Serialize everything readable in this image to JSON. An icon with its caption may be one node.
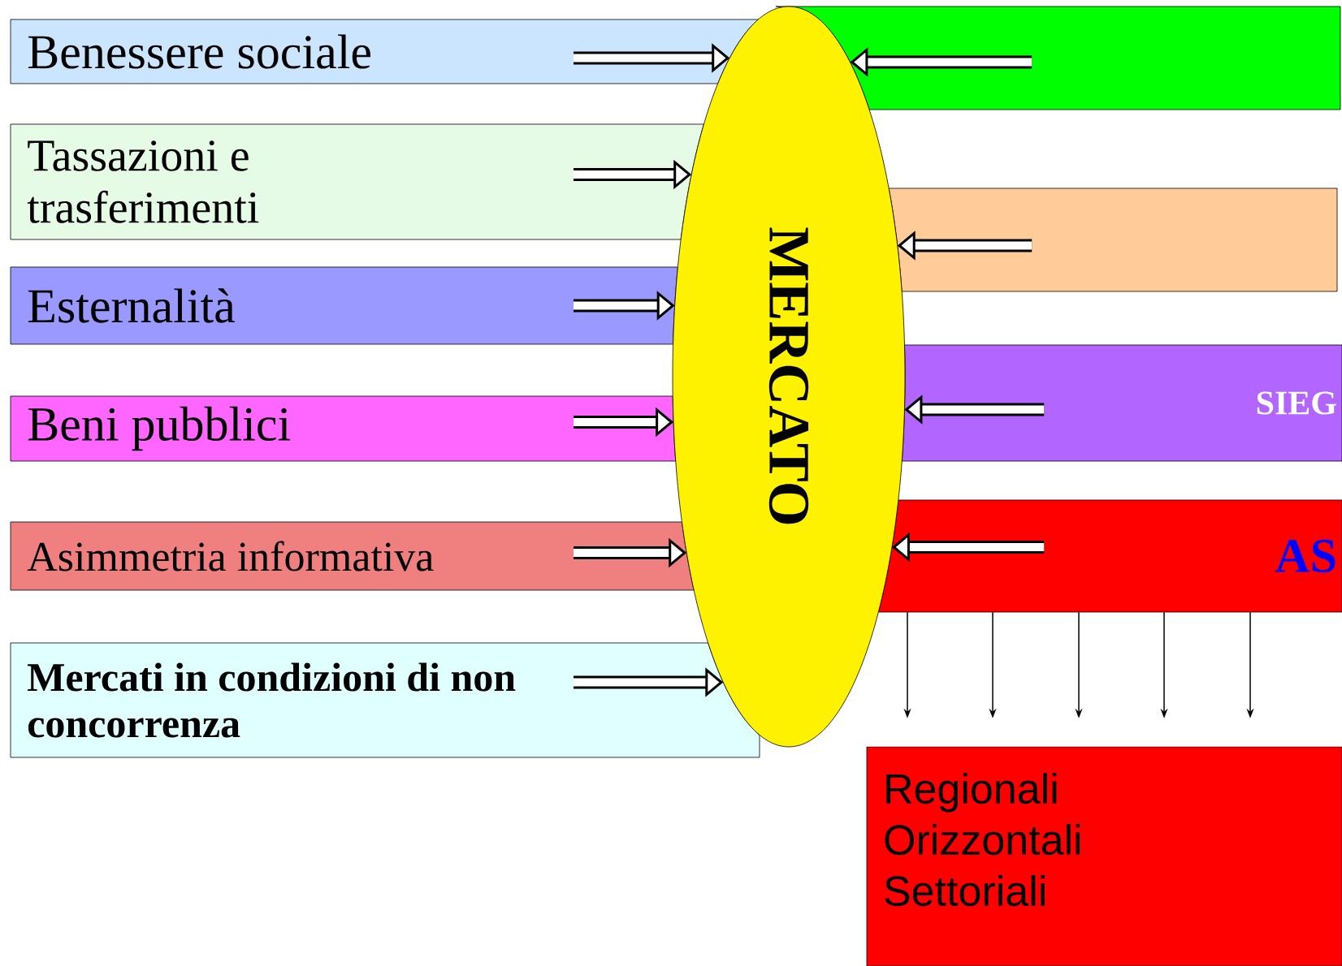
{
  "diagram": {
    "nodes": [
      {
        "text": [
          "Benessere sociale"
        ]
      },
      {
        "text": [
          "Tassazioni e trasferimenti"
        ]
      },
      {
        "text": [
          "Esternalità"
        ]
      },
      {
        "text": [
          "Beni pubblici"
        ]
      },
      {
        "text": [
          "Asimmetria informativa"
        ]
      },
      {
        "text": [
          "Mercati in condizioni di non concorrenza"
        ]
      },
      {
        "text": [
          "MERCATO"
        ]
      },
      {
        "text": [],
        "shape": "box"
      },
      {
        "text": [],
        "shape": "box"
      },
      {
        "text": [
          "SIEG"
        ]
      },
      {
        "text": [
          "AS"
        ]
      },
      {
        "text": [
          "Regionali",
          "Orizzontali",
          "Settoriali"
        ]
      }
    ],
    "edges": [
      {
        "from": 0,
        "to": 6,
        "arrow": "to"
      },
      {
        "from": 1,
        "to": 6,
        "arrow": "to"
      },
      {
        "from": 2,
        "to": 6,
        "arrow": "to"
      },
      {
        "from": 3,
        "to": 6,
        "arrow": "to"
      },
      {
        "from": 4,
        "to": 6,
        "arrow": "to"
      },
      {
        "from": 5,
        "to": 6,
        "arrow": "to"
      },
      {
        "from": 7,
        "to": 6,
        "arrow": "to"
      },
      {
        "from": 8,
        "to": 6,
        "arrow": "to"
      },
      {
        "from": 9,
        "to": 6,
        "arrow": "to"
      },
      {
        "from": 10,
        "to": 6,
        "arrow": "to"
      },
      {
        "from": 10,
        "to": 11,
        "arrow": "to"
      },
      {
        "from": 10,
        "to": 11,
        "arrow": "to"
      },
      {
        "from": 10,
        "to": 11,
        "arrow": "to"
      },
      {
        "from": 10,
        "to": 11,
        "arrow": "to"
      },
      {
        "from": 10,
        "to": 11,
        "arrow": "to"
      }
    ]
  }
}
